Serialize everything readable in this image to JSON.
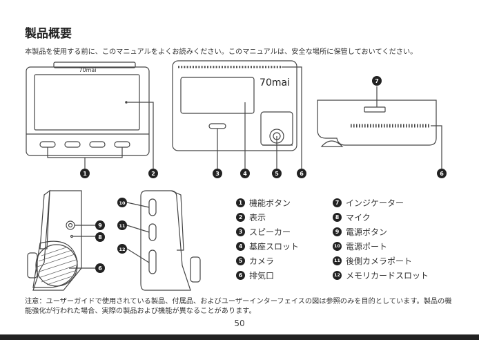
{
  "title": "製品概要",
  "intro": "本製品を使用する前に、このマニュアルをよくお読みください。このマニュアルは、安全な場所に保管しておいてください。",
  "brand": "70mai",
  "callouts_top": [
    "1",
    "2",
    "3",
    "4",
    "5",
    "6",
    "7",
    "6"
  ],
  "callouts_side": [
    "10",
    "11",
    "12",
    "9",
    "8",
    "6"
  ],
  "legend_left": [
    {
      "num": "1",
      "label": "機能ボタン"
    },
    {
      "num": "2",
      "label": "表示"
    },
    {
      "num": "3",
      "label": "スピーカー"
    },
    {
      "num": "4",
      "label": "基座スロット"
    },
    {
      "num": "5",
      "label": "カメラ"
    },
    {
      "num": "6",
      "label": "排気口"
    }
  ],
  "legend_right": [
    {
      "num": "7",
      "label": "インジケーター"
    },
    {
      "num": "8",
      "label": "マイク"
    },
    {
      "num": "9",
      "label": "電源ボタン"
    },
    {
      "num": "10",
      "label": "電源ポート"
    },
    {
      "num": "11",
      "label": "後側カメラポート"
    },
    {
      "num": "12",
      "label": "メモリカードスロット"
    }
  ],
  "note": "注意：ユーザーガイドで使用されている製品、付属品、およびユーザーインターフェイスの図は参照のみを目的としています。製品の機能強化が行われた場合、実際の製品および機能が異なることがあります。",
  "page_number": "50"
}
